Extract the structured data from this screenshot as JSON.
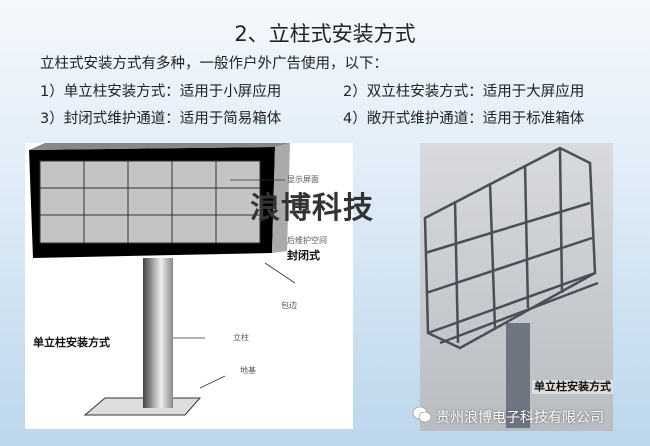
{
  "title": "2、立柱式安装方式",
  "intro": "立柱式安装方式有多种，一般作户外广告使用，以下：",
  "items": [
    "1）单立柱安装方式：适用于小屏应用",
    "2）双立柱安装方式：适用于大屏应用",
    "3）封闭式维护通道：适用于简易箱体",
    "4）敞开式维护通道：适用于标准箱体"
  ],
  "diagram_left": {
    "screen": "显示屏面",
    "rear_space": "后维护空间",
    "enclosed": "封闭式",
    "edge": "包边",
    "column": "立柱",
    "foundation": "地基",
    "caption": "单立柱安装方式"
  },
  "diagram_right": {
    "caption": "单立柱安装方式"
  },
  "watermark": "浪博科技",
  "company": "贵州浪博电子科技有限公司",
  "icons": {
    "brand": "wechat-icon"
  }
}
